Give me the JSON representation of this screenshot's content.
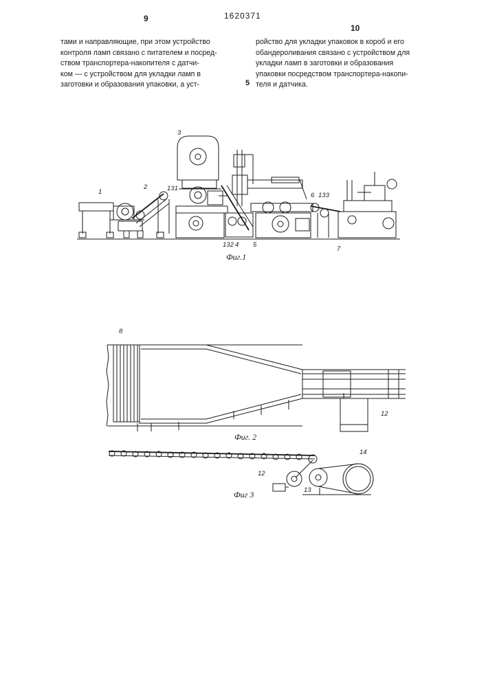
{
  "header": {
    "page_left": "9",
    "patent_number": "1620371",
    "page_right": "10"
  },
  "column_left": {
    "lines": [
      "тами и направляющие, при этом устройство",
      "контроля ламп связано с питателем и посред-",
      "ством  транспортера-накопителя  с  датчи-",
      "ком — с устройством для укладки ламп в",
      "заготовки и образования упаковки, а уст-"
    ]
  },
  "column_right": {
    "lines": [
      "ройство для укладки упаковок в короб и его",
      "обандероливания связано с устройством для",
      "укладки ламп в заготовки и образования",
      "упаковки посредством транспортера-накопи-",
      "теля и датчика."
    ]
  },
  "line_number": "5",
  "figures": {
    "fig1": {
      "caption": "Фиг.1",
      "labels": {
        "l1": "1",
        "l2": "2",
        "l3": "3",
        "l4": "4",
        "l5": "5",
        "l6": "6",
        "l7": "7",
        "l131": "131",
        "l132": "132",
        "l133": "133"
      }
    },
    "fig2": {
      "caption": "Фиг. 2",
      "labels": {
        "l8": "8",
        "l12": "12"
      }
    },
    "fig3": {
      "caption": "Фиг 3",
      "labels": {
        "l12": "12",
        "l13": "13",
        "l14": "14"
      }
    }
  }
}
